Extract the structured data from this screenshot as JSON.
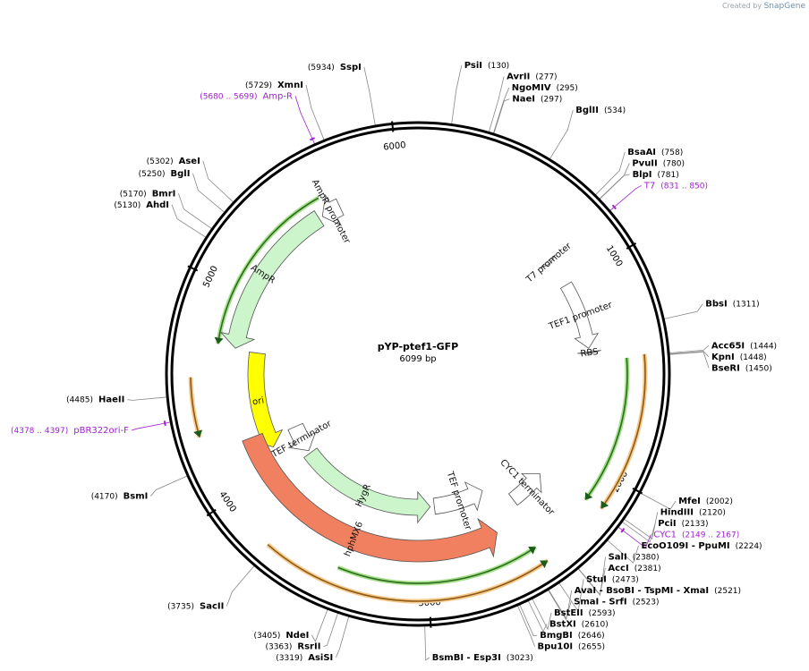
{
  "brand": {
    "prefix": "Created by",
    "name": "SnapGene"
  },
  "plasmid": {
    "name": "pYP-ptef1-GFP",
    "length_label": "6099 bp",
    "length": 6099
  },
  "ticks": [
    {
      "bp": 1000,
      "label": "1000"
    },
    {
      "bp": 2000,
      "label": "2000"
    },
    {
      "bp": 3000,
      "label": "3000"
    },
    {
      "bp": 4000,
      "label": "4000"
    },
    {
      "bp": 5000,
      "label": "5000"
    },
    {
      "bp": 6000,
      "label": "6000"
    }
  ],
  "enzymes": [
    {
      "bp": 5934,
      "name": "SspI",
      "pos": "(5934)",
      "side": "L"
    },
    {
      "bp": 130,
      "name": "PsiI",
      "pos": "(130)",
      "side": "R"
    },
    {
      "bp": 277,
      "name": "AvrII",
      "pos": "(277)",
      "side": "R"
    },
    {
      "bp": 295,
      "name": "NgoMIV",
      "pos": "(295)",
      "side": "R"
    },
    {
      "bp": 297,
      "name": "NaeI",
      "pos": "(297)",
      "side": "R"
    },
    {
      "bp": 534,
      "name": "BglII",
      "pos": "(534)",
      "side": "R"
    },
    {
      "bp": 758,
      "name": "BsaAI",
      "pos": "(758)",
      "side": "R"
    },
    {
      "bp": 780,
      "name": "PvuII",
      "pos": "(780)",
      "side": "R"
    },
    {
      "bp": 781,
      "name": "BlpI",
      "pos": "(781)",
      "side": "R"
    },
    {
      "bp": 1311,
      "name": "BbsI",
      "pos": "(1311)",
      "side": "R"
    },
    {
      "bp": 1444,
      "name": "Acc65I",
      "pos": "(1444)",
      "side": "R"
    },
    {
      "bp": 1448,
      "name": "KpnI",
      "pos": "(1448)",
      "side": "R"
    },
    {
      "bp": 1450,
      "name": "BseRI",
      "pos": "(1450)",
      "side": "R"
    },
    {
      "bp": 2002,
      "name": "MfeI",
      "pos": "(2002)",
      "side": "R"
    },
    {
      "bp": 2120,
      "name": "HindIII",
      "pos": "(2120)",
      "side": "R"
    },
    {
      "bp": 2133,
      "name": "PciI",
      "pos": "(2133)",
      "side": "R"
    },
    {
      "bp": 2224,
      "name": "EcoO109I   - PpuMI",
      "pos": "(2224)",
      "side": "R"
    },
    {
      "bp": 2380,
      "name": "SalI",
      "pos": "(2380)",
      "side": "R"
    },
    {
      "bp": 2381,
      "name": "AccI",
      "pos": "(2381)",
      "side": "R"
    },
    {
      "bp": 2473,
      "name": "StuI",
      "pos": "(2473)",
      "side": "R"
    },
    {
      "bp": 2521,
      "name": "AvaI   - BsoBI   - TspMI   - XmaI",
      "pos": "(2521)",
      "side": "R"
    },
    {
      "bp": 2523,
      "name": "SmaI   - SrfI",
      "pos": "(2523)",
      "side": "R"
    },
    {
      "bp": 2593,
      "name": "BstEII",
      "pos": "(2593)",
      "side": "R"
    },
    {
      "bp": 2610,
      "name": "BstXI",
      "pos": "(2610)",
      "side": "R"
    },
    {
      "bp": 2646,
      "name": "BmgBI",
      "pos": "(2646)",
      "side": "R"
    },
    {
      "bp": 2655,
      "name": "Bpu10I",
      "pos": "(2655)",
      "side": "R"
    },
    {
      "bp": 3023,
      "name": "BsmBI   - Esp3I",
      "pos": "(3023)",
      "side": "R"
    },
    {
      "bp": 3319,
      "name": "AsiSI",
      "pos": "(3319)",
      "side": "L"
    },
    {
      "bp": 3363,
      "name": "RsrII",
      "pos": "(3363)",
      "side": "L"
    },
    {
      "bp": 3405,
      "name": "NdeI",
      "pos": "(3405)",
      "side": "L"
    },
    {
      "bp": 3735,
      "name": "SacII",
      "pos": "(3735)",
      "side": "L"
    },
    {
      "bp": 4170,
      "name": "BsmI",
      "pos": "(4170)",
      "side": "L"
    },
    {
      "bp": 4485,
      "name": "HaeII",
      "pos": "(4485)",
      "side": "L"
    },
    {
      "bp": 5130,
      "name": "AhdI",
      "pos": "(5130)",
      "side": "L"
    },
    {
      "bp": 5170,
      "name": "BmrI",
      "pos": "(5170)",
      "side": "L"
    },
    {
      "bp": 5250,
      "name": "BglI",
      "pos": "(5250)",
      "side": "L"
    },
    {
      "bp": 5302,
      "name": "AseI",
      "pos": "(5302)",
      "side": "L"
    },
    {
      "bp": 5729,
      "name": "XmnI",
      "pos": "(5729)",
      "side": "L"
    }
  ],
  "primers": [
    {
      "start": 5680,
      "end": 5699,
      "name": "Amp-R",
      "range": "(5680 .. 5699)",
      "strand": -1,
      "side": "L"
    },
    {
      "start": 831,
      "end": 850,
      "name": "T7",
      "range": "(831 .. 850)",
      "strand": 1,
      "side": "R"
    },
    {
      "start": 2149,
      "end": 2167,
      "name": "CYC1",
      "range": "(2149 .. 2167)",
      "strand": 1,
      "side": "R"
    },
    {
      "start": 4378,
      "end": 4397,
      "name": "pBR322ori-F",
      "range": "(4378 .. 4397)",
      "strand": 1,
      "side": "L"
    }
  ],
  "features": [
    {
      "name": "AmpR promoter",
      "start": 5570,
      "end": 5675,
      "strand": -1,
      "color": "#ffffff",
      "ring": 1
    },
    {
      "name": "AmpR",
      "start": 4710,
      "end": 5550,
      "strand": -1,
      "color": "#ccf5cc",
      "ring": 1
    },
    {
      "name": "ori",
      "start": 4120,
      "end": 4700,
      "strand": -1,
      "color": "#ffff00",
      "ring": 2
    },
    {
      "name": "T7 promoter",
      "start": 831,
      "end": 850,
      "strand": 1,
      "color": "#ffffff",
      "ring": 2
    },
    {
      "name": "TEF1 promoter",
      "start": 1000,
      "end": 1380,
      "strand": 1,
      "color": "#ffffff",
      "ring": 1
    },
    {
      "name": "RBS",
      "start": 1400,
      "end": 1410,
      "strand": 1,
      "color": "#999999",
      "ring": 1
    },
    {
      "name": "CYC1 terminator",
      "start": 2190,
      "end": 2420,
      "strand": -1,
      "color": "#ffffff",
      "ring": 2
    },
    {
      "name": "TEF promoter",
      "start": 2560,
      "end": 2930,
      "strand": -1,
      "color": "#ffffff",
      "ring": 3
    },
    {
      "name": "HygR",
      "start": 2960,
      "end": 3960,
      "strand": -1,
      "color": "#ccf5cc",
      "ring": 3
    },
    {
      "name": "TEF terminator",
      "start": 3980,
      "end": 4180,
      "strand": -1,
      "color": "#ffffff",
      "ring": 3
    },
    {
      "name": "hphMX6",
      "start": 2600,
      "end": 4220,
      "strand": -1,
      "color": "#f08060",
      "ring": 1
    }
  ],
  "orfs": [
    {
      "start": 5600,
      "end": 4720,
      "strand": -1,
      "ring": 0
    },
    {
      "start": 1450,
      "end": 2150,
      "strand": 1,
      "ring": 0
    },
    {
      "start": 2470,
      "end": 3430,
      "strand": -1,
      "ring": 0
    }
  ],
  "orange_orfs": [
    {
      "start": 1440,
      "end": 2140,
      "strand": 1
    },
    {
      "start": 2460,
      "end": 3750,
      "strand": -1
    },
    {
      "start": 4300,
      "end": 4560,
      "strand": -1
    }
  ]
}
